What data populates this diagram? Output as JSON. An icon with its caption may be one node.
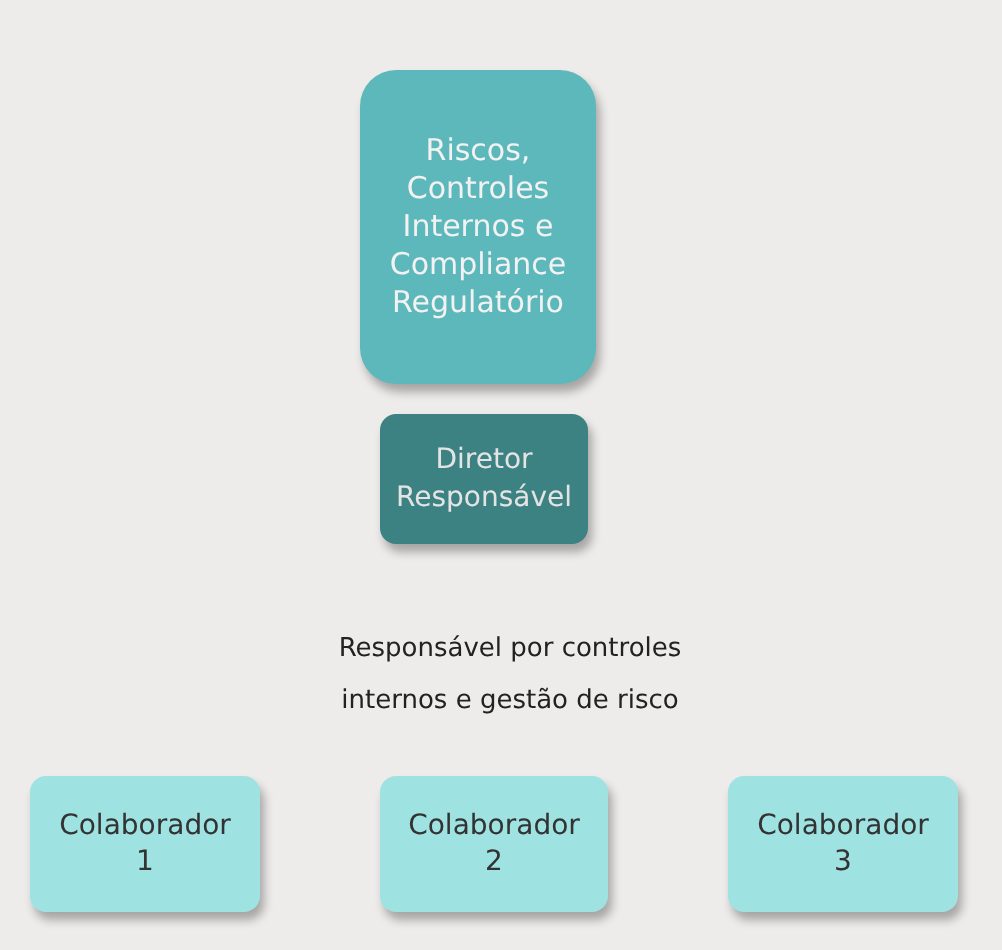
{
  "diagram": {
    "nodes": [
      {
        "text": [
          "Riscos, Controles Internos e Compliance Regulatório"
        ]
      },
      {
        "text": [
          "Diretor Responsável"
        ]
      },
      {
        "text": [
          "Colaborador 1"
        ]
      },
      {
        "text": [
          "Colaborador 2"
        ]
      },
      {
        "text": [
          "Colaborador 3"
        ]
      }
    ],
    "labels": [
      "Responsável por controles internos e gestão de risco"
    ]
  }
}
